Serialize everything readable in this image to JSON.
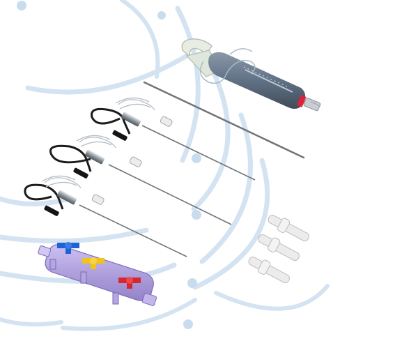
{
  "image": {
    "subject": "medical-device-kit",
    "background": "#ffffff",
    "colors": {
      "arc": "#cfe0f1",
      "arc_dot": "#c7dbef",
      "syringe_body": "#687888",
      "syringe_dark": "#4a5966",
      "syringe_accent": "#d9243a",
      "handle": "#e6ece3",
      "needle": "#6f7478",
      "cable": "#1b1b1b",
      "coil": "#b9c0c7",
      "connector": "#e9e9e9",
      "manifold": "#9f8ed0",
      "stopcock_blue": "#1e63d6",
      "stopcock_yellow": "#f2c318",
      "stopcock_red": "#d7262c"
    },
    "objects": [
      {
        "name": "syringe",
        "count": 1
      },
      {
        "name": "stylet-needle",
        "count": 1
      },
      {
        "name": "electrode-needle",
        "count": 3
      },
      {
        "name": "luer-connector",
        "count": 3
      },
      {
        "name": "manifold-stopcock",
        "count": 3
      }
    ]
  }
}
